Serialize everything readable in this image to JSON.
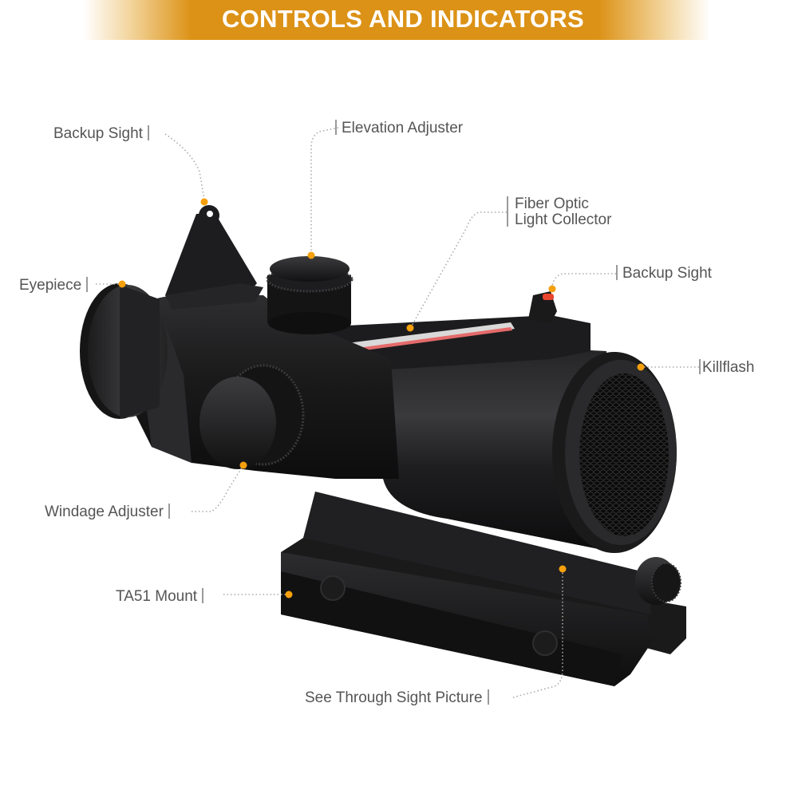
{
  "banner": {
    "title": "CONTROLS AND INDICATORS",
    "color": "#dc9216"
  },
  "accent_dot_color": "#f5a00c",
  "callouts": {
    "backup_sight_rear": {
      "label": "Backup Sight"
    },
    "elevation_adjuster": {
      "label": "Elevation Adjuster"
    },
    "fiber_optic": {
      "line1": "Fiber Optic",
      "line2": "Light Collector"
    },
    "backup_sight_front": {
      "label": "Backup Sight"
    },
    "eyepiece": {
      "label": "Eyepiece"
    },
    "killflash": {
      "label": "Killflash"
    },
    "windage_adjuster": {
      "label": "Windage Adjuster"
    },
    "ta51_mount": {
      "label": "TA51 Mount"
    },
    "see_through": {
      "label": "See Through Sight Picture"
    }
  }
}
